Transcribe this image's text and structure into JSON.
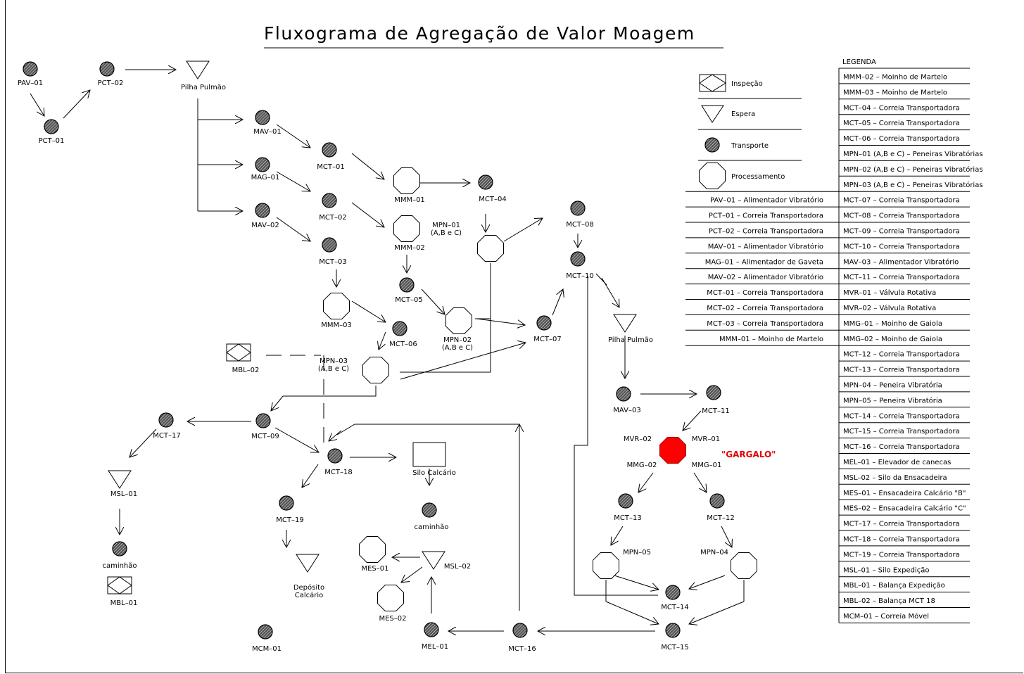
{
  "title": "Fluxograma de Agregação de Valor Moagem",
  "symbols": {
    "inspecao": "Inspeção",
    "espera": "Espera",
    "transporte": "Transporte",
    "processamento": "Processamento"
  },
  "legend": {
    "heading": "LEGENDA",
    "left": [
      "PAV–01  –  Alimentador Vibratório",
      "PCT–01  –  Correia Transportadora",
      "PCT–02  –  Correia Transportadora",
      "MAV–01  –  Alimentador Vibratório",
      "MAG–01  –  Alimentador de Gaveta",
      "MAV–02  –  Alimentador Vibratório",
      "MCT–01  –  Correia Transportadora",
      "MCT–02  –  Correia Transportadora",
      "MCT–03  –  Correia Transportadora",
      "MMM–01  –  Moinho de Martelo"
    ],
    "right": [
      "MMM–02  –  Moinho de Martelo",
      "MMM–03  –  Moinho de Martelo",
      "MCT–04  –  Correia Transportadora",
      "MCT–05  –  Correia Transportadora",
      "MCT–06  –  Correia Transportadora",
      "MPN–01 (A,B e C)  –  Peneiras Vibratórias",
      "MPN–02 (A,B e C)  –  Peneiras Vibratórias",
      "MPN–03 (A,B e C)  –  Peneiras Vibratórias",
      "MCT–07  –  Correia Transportadora",
      "MCT–08  –  Correia Transportadora",
      "MCT–09  –  Correia Transportadora",
      "MCT–10  –  Correia Transportadora",
      "MAV–03  –  Alimentador Vibratório",
      "MCT–11  –  Correia Transportadora",
      "MVR–01  –  Válvula Rotativa",
      "MVR–02  –  Válvula Rotativa",
      "MMG–01  –  Moinho de Gaiola",
      "MMG–02  –  Moinho de Gaiola",
      "MCT–12  –  Correia Transportadora",
      "MCT–13  –  Correia Transportadora",
      "MPN–04  –  Peneira Vibratória",
      "MPN–05  –  Peneira Vibratória",
      "MCT–14  –  Correia Transportadora",
      "MCT–15  –  Correia Transportadora",
      "MCT–16  –  Correia Transportadora",
      "MEL–01  –  Elevador de canecas",
      "MSL–02  –  Silo da Ensacadeira",
      "MES–01  –  Ensacadeira Calcário  \"B\"",
      "MES–02  –  Ensacadeira Calcário  \"C\"",
      "MCT–17  –  Correia Transportadora",
      "MCT–18  –  Correia Transportadora",
      "MCT–19  –  Correia Transportadora",
      "MSL–01  –  Silo Expedição",
      "MBL–01  –  Balança Expedição",
      "MBL–02  –  Balança MCT 18",
      "MCM–01  –  Correia Móvel"
    ]
  },
  "bottleneck": "\"GARGALO\"",
  "nodes": [
    {
      "id": "PAV-01",
      "label": "PAV–01",
      "type": "transport"
    },
    {
      "id": "PCT-01",
      "label": "PCT–01",
      "type": "transport"
    },
    {
      "id": "PCT-02",
      "label": "PCT–02",
      "type": "transport"
    },
    {
      "id": "PP1",
      "label": "Pilha Pulmão",
      "type": "wait"
    },
    {
      "id": "MAV-01",
      "label": "MAV–01",
      "type": "transport"
    },
    {
      "id": "MAG-01",
      "label": "MAG–01",
      "type": "transport"
    },
    {
      "id": "MAV-02",
      "label": "MAV–02",
      "type": "transport"
    },
    {
      "id": "MCT-01",
      "label": "MCT–01",
      "type": "transport"
    },
    {
      "id": "MCT-02",
      "label": "MCT–02",
      "type": "transport"
    },
    {
      "id": "MCT-03",
      "label": "MCT–03",
      "type": "transport"
    },
    {
      "id": "MMM-01",
      "label": "MMM–01",
      "type": "process"
    },
    {
      "id": "MMM-02",
      "label": "MMM–02",
      "type": "process"
    },
    {
      "id": "MMM-03",
      "label": "MMM–03",
      "type": "process"
    },
    {
      "id": "MCT-04",
      "label": "MCT–04",
      "type": "transport"
    },
    {
      "id": "MPN-01",
      "label": "MPN–01",
      "sub": "(A,B e C)",
      "type": "process"
    },
    {
      "id": "MCT-05",
      "label": "MCT–05",
      "type": "transport"
    },
    {
      "id": "MPN-02",
      "label": "MPN–02",
      "sub": "(A,B e C)",
      "type": "process"
    },
    {
      "id": "MCT-06",
      "label": "MCT–06",
      "type": "transport"
    },
    {
      "id": "MPN-03",
      "label": "MPN–03",
      "sub": "(A,B e C)",
      "type": "process"
    },
    {
      "id": "MBL-02",
      "label": "MBL–02",
      "type": "inspect"
    },
    {
      "id": "MCT-07",
      "label": "MCT–07",
      "type": "transport"
    },
    {
      "id": "MCT-08",
      "label": "MCT–08",
      "type": "transport"
    },
    {
      "id": "MCT-10",
      "label": "MCT–10",
      "type": "transport"
    },
    {
      "id": "PP2",
      "label": "Pilha Pulmão",
      "type": "wait"
    },
    {
      "id": "MAV-03",
      "label": "MAV–03",
      "type": "transport"
    },
    {
      "id": "MCT-11",
      "label": "MCT–11",
      "type": "transport"
    },
    {
      "id": "MVR",
      "label": "MVR–02",
      "label2": "MVR–01",
      "label3": "MMG–02",
      "label4": "MMG–01",
      "type": "bottleneck"
    },
    {
      "id": "MCT-13",
      "label": "MCT–13",
      "type": "transport"
    },
    {
      "id": "MCT-12",
      "label": "MCT–12",
      "type": "transport"
    },
    {
      "id": "MPN-05",
      "label": "MPN–05",
      "type": "process"
    },
    {
      "id": "MPN-04",
      "label": "MPN–04",
      "type": "process"
    },
    {
      "id": "MCT-14",
      "label": "MCT–14",
      "type": "transport"
    },
    {
      "id": "MCT-15",
      "label": "MCT–15",
      "type": "transport"
    },
    {
      "id": "MCT-16",
      "label": "MCT–16",
      "type": "transport"
    },
    {
      "id": "MEL-01",
      "label": "MEL–01",
      "type": "transport"
    },
    {
      "id": "MSL-02",
      "label": "MSL–02",
      "type": "wait"
    },
    {
      "id": "MES-01",
      "label": "MES–01",
      "type": "process"
    },
    {
      "id": "MES-02",
      "label": "MES–02",
      "type": "process"
    },
    {
      "id": "MCT-09",
      "label": "MCT–09",
      "type": "transport"
    },
    {
      "id": "MCT-17",
      "label": "MCT–17",
      "type": "transport"
    },
    {
      "id": "MSL-01",
      "label": "MSL–01",
      "type": "wait"
    },
    {
      "id": "CAM1",
      "label": "caminhão",
      "type": "transport"
    },
    {
      "id": "MBL-01",
      "label": "MBL–01",
      "type": "inspect"
    },
    {
      "id": "MCT-18",
      "label": "MCT–18",
      "type": "transport"
    },
    {
      "id": "SILO",
      "label": "Silo Calcário",
      "type": "box"
    },
    {
      "id": "CAM2",
      "label": "caminhão",
      "type": "transport"
    },
    {
      "id": "MCT-19",
      "label": "MCT–19",
      "type": "transport"
    },
    {
      "id": "DEP",
      "label": "Depósito",
      "sub": "Calcário",
      "type": "wait"
    },
    {
      "id": "MCM-01",
      "label": "MCM–01",
      "type": "transport"
    }
  ]
}
